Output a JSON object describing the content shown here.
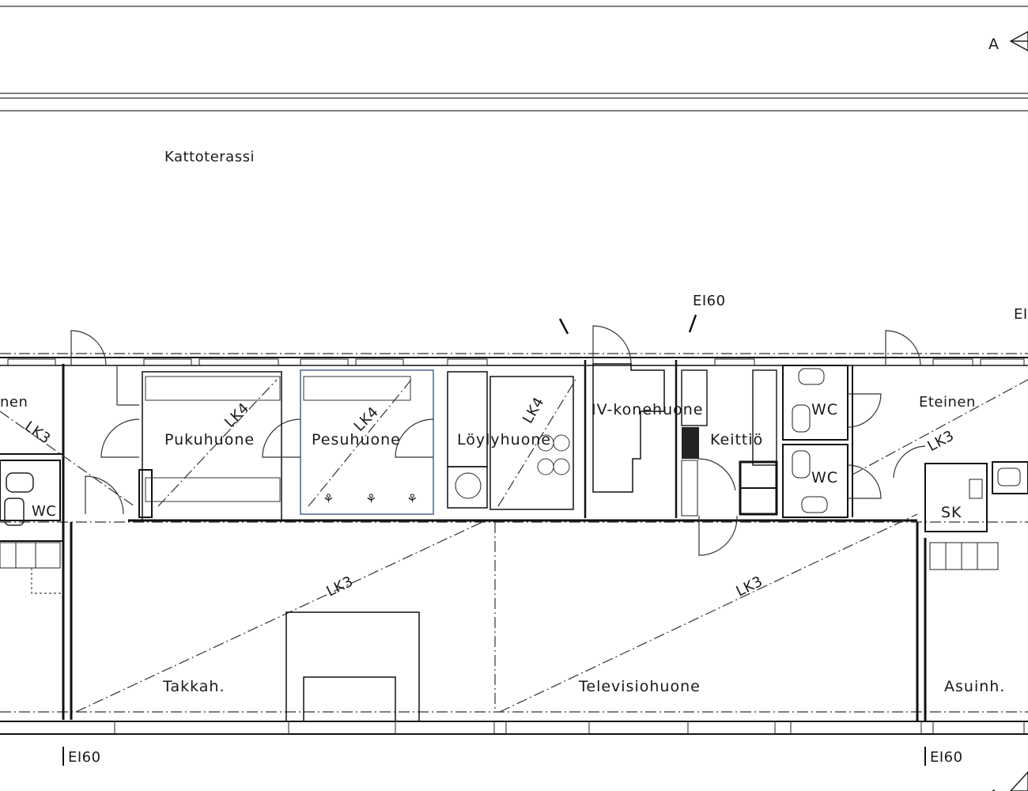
{
  "rooms": {
    "kattoterassi": "Kattoterassi",
    "eteinen_left": "nen",
    "pukuhuone": "Pukuhuone",
    "pesuhuone": "Pesuhuone",
    "loylyhuone": "Löylyhuone",
    "iv_konehuone": "IV-konehuone",
    "keittio": "Keittiö",
    "wc_left": "WC",
    "wc_right_top": "WC",
    "wc_right_bottom": "WC",
    "eteinen_right": "Eteinen",
    "sk": "SK",
    "takkahuone": "Takkah.",
    "televisiohuone": "Televisiohuone",
    "asuinhuone": "Asuinh."
  },
  "fire_ratings": {
    "top_center": "EI60",
    "top_right": "EI",
    "bottom_left": "EI60",
    "bottom_right": "EI60"
  },
  "wall_types": {
    "lk3_left": "LK3",
    "lk4_pukuhuone": "LK4",
    "lk4_pesuhuone": "LK4",
    "lk4_loylyhuone": "LK4",
    "lk3_right": "LK3",
    "lk3_takkah": "LK3",
    "lk3_televisio": "LK3"
  },
  "section_marks": {
    "top": "A",
    "bottom": "A"
  }
}
